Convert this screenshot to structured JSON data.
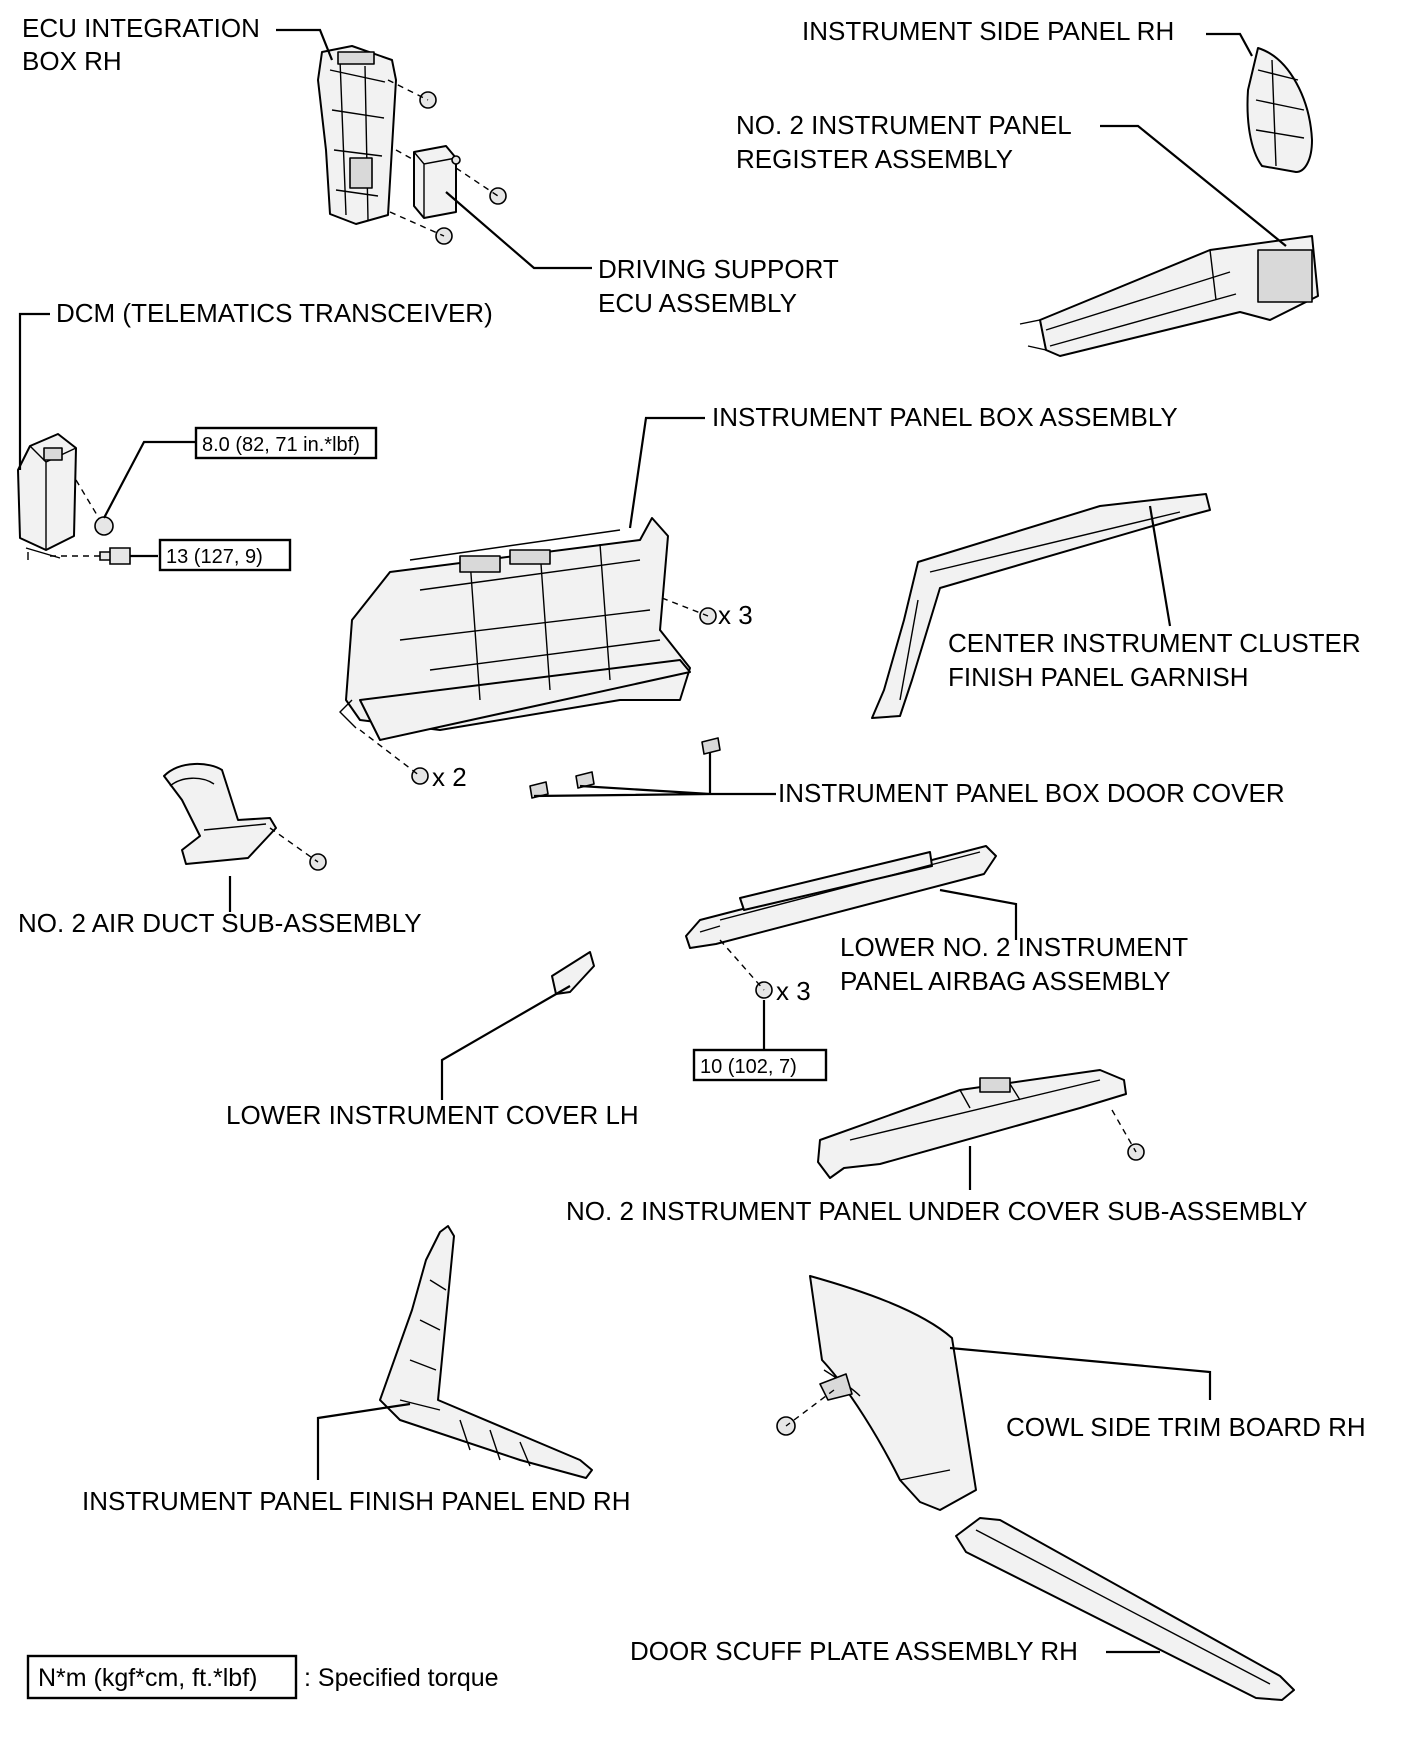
{
  "labels": {
    "ecu_box": [
      "ECU INTEGRATION",
      "BOX RH"
    ],
    "side_panel": "INSTRUMENT SIDE PANEL RH",
    "register": [
      "NO. 2 INSTRUMENT PANEL",
      "REGISTER ASSEMBLY"
    ],
    "driving_ecu": [
      "DRIVING SUPPORT",
      "ECU ASSEMBLY"
    ],
    "dcm": "DCM (TELEMATICS TRANSCEIVER)",
    "panel_box": "INSTRUMENT PANEL BOX ASSEMBLY",
    "center_garnish": [
      "CENTER INSTRUMENT CLUSTER",
      "FINISH PANEL GARNISH"
    ],
    "box_door_cover": "INSTRUMENT PANEL BOX DOOR COVER",
    "air_duct": "NO. 2 AIR DUCT SUB-ASSEMBLY",
    "airbag": [
      "LOWER NO. 2 INSTRUMENT",
      "PANEL AIRBAG ASSEMBLY"
    ],
    "lower_cover_lh": "LOWER INSTRUMENT COVER LH",
    "under_cover": "NO. 2 INSTRUMENT PANEL UNDER COVER SUB-ASSEMBLY",
    "finish_end": "INSTRUMENT PANEL FINISH PANEL END RH",
    "cowl_side": "COWL SIDE TRIM BOARD RH",
    "scuff_plate": "DOOR SCUFF PLATE ASSEMBLY RH"
  },
  "torques": {
    "dcm_nut": "8.0 (82, 71 in.*lbf)",
    "dcm_bolt": "13 (127, 9)",
    "airbag_bolt": "10 (102, 7)"
  },
  "quantities": {
    "box_right": "x 3",
    "box_left": "x 2",
    "airbag": "x 3"
  },
  "legend": {
    "unit": "N*m (kgf*cm, ft.*lbf)",
    "text": ": Specified torque"
  }
}
